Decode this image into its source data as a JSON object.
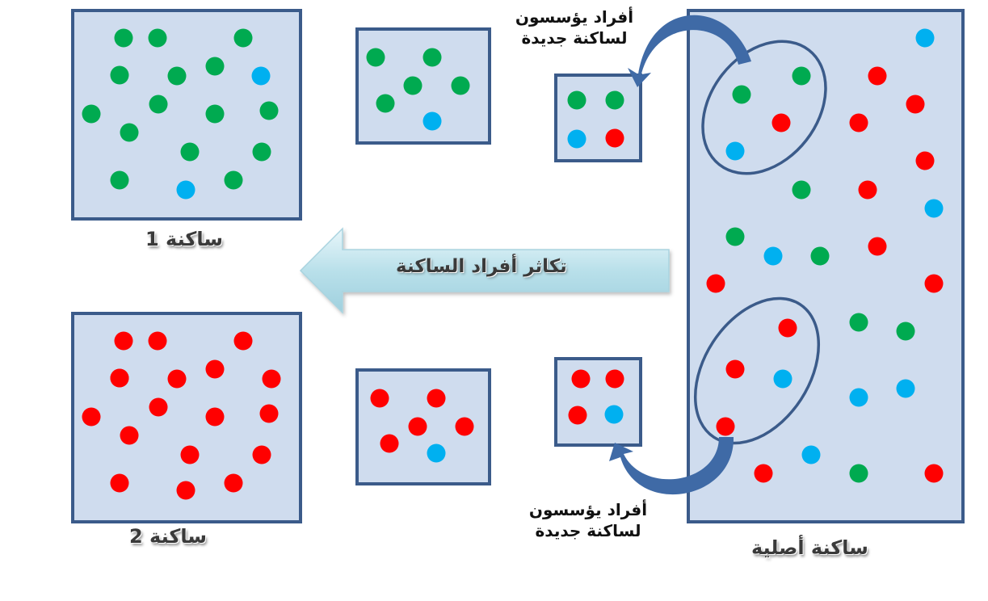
{
  "colors": {
    "box_fill": "#cfdcee",
    "box_stroke": "#3b5b8a",
    "green": "#00aa50",
    "blue": "#00b0f0",
    "red": "#ff0000",
    "curved_arrow": "#3f6aa6"
  },
  "labels": {
    "population1": "ساكنة 1",
    "population2": "ساكنة 2",
    "original_population": "ساكنة أصلية",
    "reproduction_arrow": "تكاثر أفراد الساكنة",
    "founders_top_line1": "أفراد يؤسسون",
    "founders_top_line2": "لساكنة جديدة",
    "founders_bottom_line1": "أفراد يؤسسون",
    "founders_bottom_line2": "لساكنة جديدة"
  },
  "boxes": {
    "population1": [
      {
        "c": "green",
        "n": 9
      },
      {
        "c": "green",
        "n": 9
      },
      {
        "c": "green",
        "n": 9
      },
      {
        "c": "green",
        "n": 9
      },
      {
        "c": "green",
        "n": 9
      },
      {
        "c": "green",
        "n": 9
      },
      {
        "c": "blue",
        "n": 9
      },
      {
        "c": "green",
        "n": 9
      },
      {
        "c": "green",
        "n": 9
      },
      {
        "c": "green",
        "n": 9
      },
      {
        "c": "green",
        "n": 9
      },
      {
        "c": "green",
        "n": 9
      },
      {
        "c": "green",
        "n": 9
      },
      {
        "c": "green",
        "n": 9
      },
      {
        "c": "green",
        "n": 9
      },
      {
        "c": "blue",
        "n": 9
      },
      {
        "c": "green",
        "n": 9
      }
    ],
    "population1_mid": [
      "green",
      "green",
      "green",
      "green",
      "green",
      "blue"
    ],
    "founders_top": [
      "green",
      "green",
      "blue",
      "red"
    ],
    "population2": [
      "red",
      "red",
      "red",
      "red",
      "red",
      "red",
      "red",
      "red",
      "red",
      "red",
      "red",
      "red",
      "red",
      "red",
      "red",
      "red",
      "red",
      "red"
    ],
    "population2_mid": [
      "red",
      "red",
      "red",
      "red",
      "red",
      "blue"
    ],
    "founders_bottom": [
      "red",
      "red",
      "red",
      "blue"
    ],
    "original": [
      "blue",
      "green",
      "red",
      "green",
      "red",
      "red",
      "red",
      "blue",
      "red",
      "green",
      "red",
      "blue",
      "green",
      "red",
      "blue",
      "green",
      "red",
      "red",
      "red",
      "green",
      "green",
      "red",
      "blue",
      "blue",
      "blue",
      "red",
      "blue",
      "green",
      "red",
      "red"
    ]
  }
}
